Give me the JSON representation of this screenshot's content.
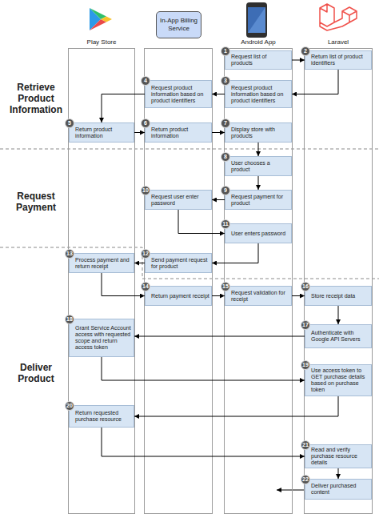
{
  "diagram": {
    "nodes": [
      {
        "text": [
          "Play Store"
        ]
      },
      {
        "text": [
          "In-App Billing Service"
        ]
      },
      {
        "text": [
          "Android App"
        ]
      },
      {
        "text": [
          "Laravel"
        ]
      },
      {
        "text": [
          "1",
          "Request list of products"
        ],
        "in": 2
      },
      {
        "text": [
          "2",
          "Return list of product identifiers"
        ],
        "in": 3
      },
      {
        "text": [
          "3",
          "Request product information based on product identifiers"
        ],
        "in": 2
      },
      {
        "text": [
          "4",
          "Request product information based on product identifiers"
        ],
        "in": 1
      },
      {
        "text": [
          "5",
          "Return product information"
        ],
        "in": 0
      },
      {
        "text": [
          "6",
          "Return product information"
        ],
        "in": 1
      },
      {
        "text": [
          "7",
          "Display store with products"
        ],
        "in": 2
      },
      {
        "text": [
          "8",
          "User chooses a product"
        ],
        "in": 2
      },
      {
        "text": [
          "9",
          "Request payment for product"
        ],
        "in": 2
      },
      {
        "text": [
          "10",
          "Request user enter password"
        ],
        "in": 1
      },
      {
        "text": [
          "11",
          "User enters password"
        ],
        "in": 2
      },
      {
        "text": [
          "12",
          "Send payment request for product"
        ],
        "in": 1
      },
      {
        "text": [
          "13",
          "Process payment and return receipt"
        ],
        "in": 0
      },
      {
        "text": [
          "14",
          "Return payment receipt"
        ],
        "in": 1
      },
      {
        "text": [
          "15",
          "Request validation for receipt"
        ],
        "in": 2
      },
      {
        "text": [
          "16",
          "Store receipt data"
        ],
        "in": 3
      },
      {
        "text": [
          "17",
          "Authenticate with Google API Servers"
        ],
        "in": 3
      },
      {
        "text": [
          "18",
          "Grant Service Account access with requested scope and return access token"
        ],
        "in": 0
      },
      {
        "text": [
          "19",
          "Use access token to GET purchase details based on purchase token"
        ],
        "in": 3
      },
      {
        "text": [
          "20",
          "Return requested purchase resource"
        ],
        "in": 0
      },
      {
        "text": [
          "21",
          "Read and verify purchase resource details"
        ],
        "in": 3
      },
      {
        "text": [
          "22",
          "Deliver purchased content"
        ],
        "in": 3
      }
    ],
    "edges": [
      {
        "from": 4,
        "to": 5,
        "arrow": "to"
      },
      {
        "from": 5,
        "to": 6,
        "arrow": "to"
      },
      {
        "from": 6,
        "to": 7,
        "arrow": "to"
      },
      {
        "from": 7,
        "to": 8,
        "arrow": "to"
      },
      {
        "from": 8,
        "to": 9,
        "arrow": "to"
      },
      {
        "from": 9,
        "to": 10,
        "arrow": "to"
      },
      {
        "from": 10,
        "to": 11,
        "arrow": "to"
      },
      {
        "from": 11,
        "to": 12,
        "arrow": "to"
      },
      {
        "from": 12,
        "to": 13,
        "arrow": "to"
      },
      {
        "from": 13,
        "to": 14,
        "arrow": "to"
      },
      {
        "from": 14,
        "to": 15,
        "arrow": "to"
      },
      {
        "from": 15,
        "to": 16,
        "arrow": "to"
      },
      {
        "from": 16,
        "to": 17,
        "arrow": "to"
      },
      {
        "from": 17,
        "to": 18,
        "arrow": "to"
      },
      {
        "from": 18,
        "to": 19,
        "arrow": "to"
      },
      {
        "from": 19,
        "to": 20,
        "arrow": "to"
      },
      {
        "from": 20,
        "to": 21,
        "arrow": "to"
      },
      {
        "from": 21,
        "to": 22,
        "arrow": "to"
      },
      {
        "from": 22,
        "to": 23,
        "arrow": "to"
      },
      {
        "from": 23,
        "to": 24,
        "arrow": "to"
      },
      {
        "from": 24,
        "to": 25,
        "arrow": "to"
      }
    ],
    "labels": [
      "Retrieve Product Information",
      "Request Payment",
      "Deliver Product"
    ]
  }
}
